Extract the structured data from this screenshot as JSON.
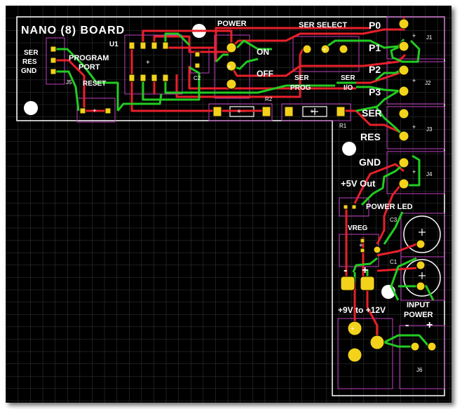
{
  "board": {
    "title": "NANO (8) BOARD",
    "colors": {
      "background": "#000000",
      "grid": "#3a3a3a",
      "outline": "#ffffff",
      "trace_top": "#e8202a",
      "trace_bottom": "#22cc22",
      "pad": "#f2d21b",
      "silk": "#ffffff",
      "component_outline": "#c040c0"
    }
  },
  "labels": {
    "ser": "SER",
    "res": "RES",
    "gnd": "GND",
    "program": "PROGRAM",
    "port": "PORT",
    "j5": "J5",
    "reset": "RESET",
    "u1": "U1",
    "c2": "C2",
    "power": "POWER",
    "on": "ON",
    "off": "OFF",
    "ser_select": "SER SELECT",
    "ser_prog_1": "SER",
    "ser_prog_2": "PROG",
    "ser_io_1": "SER",
    "ser_io_2": "I/O",
    "r2": "R2",
    "r1": "R1",
    "p0": "P0",
    "p1": "P1",
    "p2": "P2",
    "p3": "P3",
    "ser_big": "SER",
    "res_big": "RES",
    "gnd_big": "GND",
    "out5v": "+5V Out",
    "j1": "J1",
    "j2": "J2",
    "j3": "J3",
    "j4": "J4",
    "power_led": "POWER  LED",
    "c3": "C3",
    "vreg": "VREG",
    "c1": "C1",
    "minus": "-",
    "plus": "+",
    "input": "INPUT",
    "input_power": "POWER",
    "voltage_range": "+9V to +12V",
    "j6_minus": "-",
    "j6_plus": "+",
    "j6": "J6",
    "plus_mark": "+"
  }
}
